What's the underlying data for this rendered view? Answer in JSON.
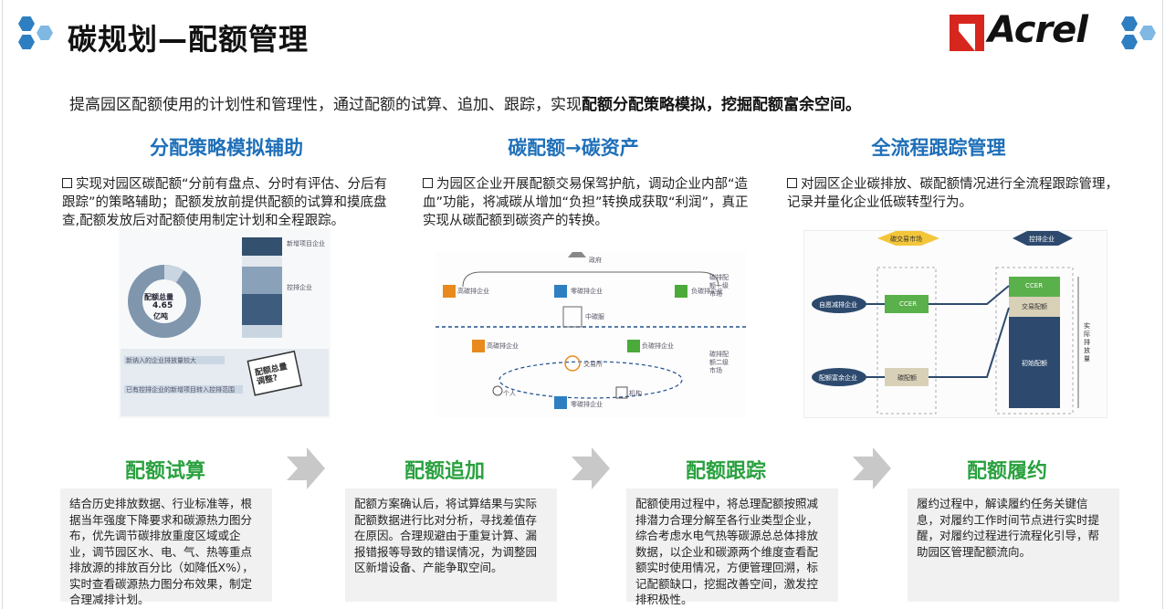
{
  "header": {
    "title": "碳规划—配额管理",
    "logo_text": "Acrel"
  },
  "subtitle": {
    "plain": "提高园区配额使用的计划性和管理性，通过配额的试算、追加、跟踪，实现",
    "bold": "配额分配策略模拟，挖掘配额富余空间。"
  },
  "columns": [
    {
      "heading": "分配策略模拟辅助",
      "text": "实现对园区碳配额“分前有盘点、分时有评估、分后有跟踪”的策略辅助；配额发放前提供配额的试算和摸底盘查,配额发放后对配额使用制定计划和全程跟踪。",
      "image": {
        "donut_label": "配额总量",
        "donut_value": "4.65",
        "donut_unit": "亿吨",
        "stamp": "配额总量调整?",
        "bar_label_1": "新增项目企业",
        "bar_label_2": "控排企业",
        "list_title_1": "新纳入的企业排放量较大",
        "list_title_2": "已有控排企业的新增项目转入控排范围"
      }
    },
    {
      "heading": "碳配额→碳资产",
      "text": "为园区企业开展配额交易保驾护航，调动企业内部“造血”功能，将减碳从增加“负担”转换成获取“利润”，真正实现从碳配额到碳资产的转换。",
      "image": {
        "gov": "政府",
        "high1": "高碳排企业",
        "zero1": "零碳排企业",
        "neg1": "负碳排企业",
        "middle": "中碳服",
        "high2": "高碳排企业",
        "neg2": "负碳排企业",
        "exchange": "交易所",
        "zero2": "零碳排企业",
        "person": "个人",
        "org": "机构",
        "market1": "碳排配额一级市场",
        "market2": "碳排配额二级市场"
      }
    },
    {
      "heading": "全流程跟踪管理",
      "text": "对园区企业碳排放、碳配额情况进行全流程跟踪管理，记录并量化企业低碳转型行为。",
      "image": {
        "market": "碳交易市场",
        "control": "控排企业",
        "self_reduce": "自愿减排企业",
        "ccer": "CCER",
        "surplus": "配额富余企业",
        "quota": "碳配额",
        "stack_ccer": "CCER",
        "stack_trade": "交易配额",
        "stack_initial": "初始配额",
        "side": "实际排放量"
      }
    }
  ],
  "steps": [
    {
      "title": "配额试算",
      "text": "结合历史排放数据、行业标准等，根据当年强度下降要求和碳源热力图分布，优先调节碳排放重度区域或企业，调节园区水、电、气、热等重点排放源的排放百分比（如降低X%），实时查看碳源热力图分布效果，制定合理减排计划。"
    },
    {
      "title": "配额追加",
      "text": "配额方案确认后，将试算结果与实际配额数据进行比对分析，寻找差值存在原因。合理规避由于重复计算、漏报错报等导致的错误情况，为调整园区新增设备、产能争取空间。"
    },
    {
      "title": "配额跟踪",
      "text": "配额使用过程中，将总理配额按照减排潜力合理分解至各行业类型企业，综合考虑水电气热等碳源总总体排放数据，以企业和碳源两个维度查看配额实时使用情况，方便管理回溯，标记配额缺口，挖掘改善空间，激发控排积极性。"
    },
    {
      "title": "配额履约",
      "text": "履约过程中，解读履约任务关键信息，对履约工作时间节点进行实时提醒，对履约过程进行流程化引导，帮助园区管理配额流向。"
    }
  ],
  "colors": {
    "heading_blue": "#1e6fb8",
    "step_green": "#2aa13f",
    "logo_red": "#d7261e",
    "hex_blue": "#2e7fc1",
    "hex_light": "#7fb8e2",
    "dark_navy": "#2d4a6e"
  }
}
